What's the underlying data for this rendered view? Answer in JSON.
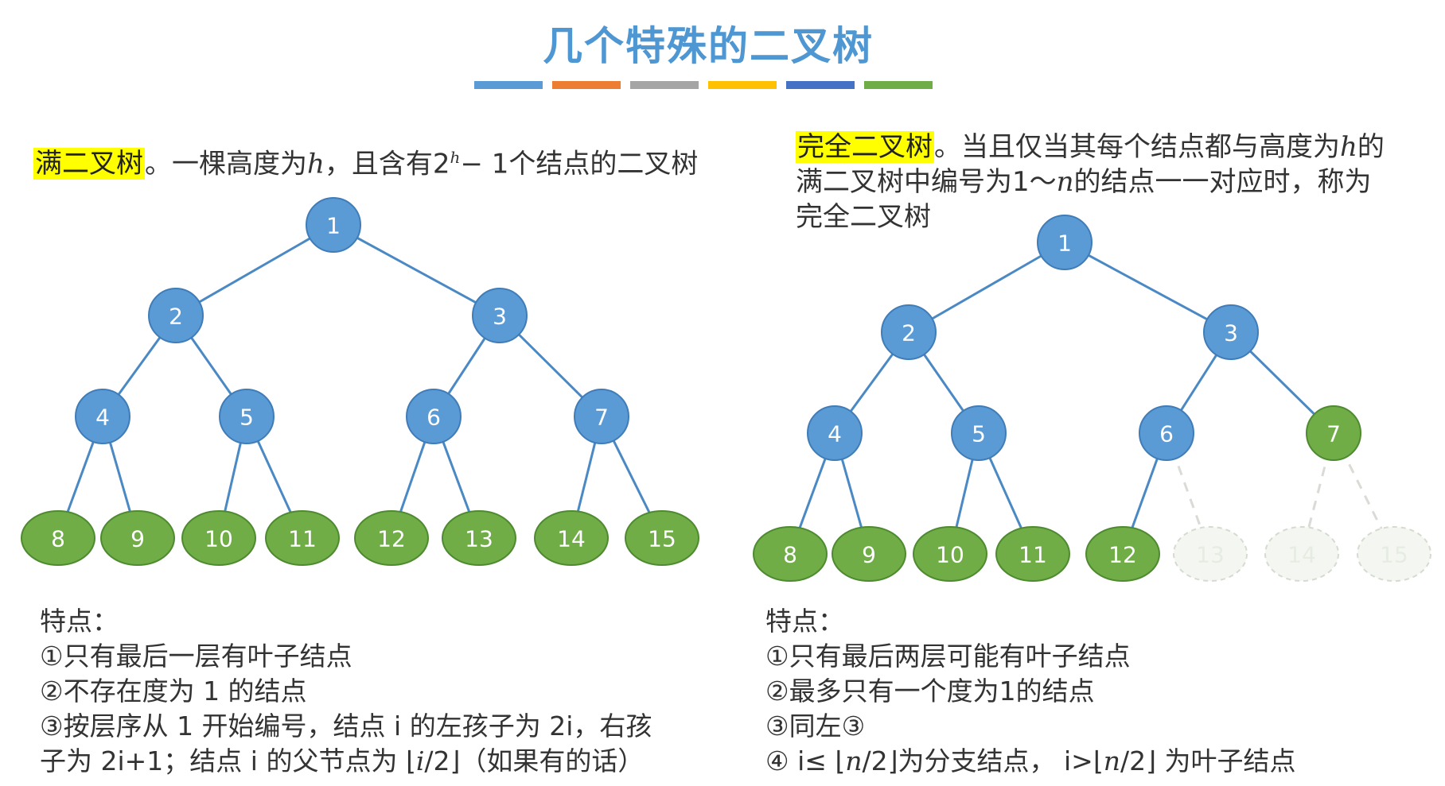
{
  "title": "几个特殊的二叉树",
  "colors": {
    "stripes": [
      "#5b9bd5",
      "#ed7d31",
      "#a5a5a5",
      "#ffc000",
      "#4472c4",
      "#70ad47"
    ],
    "blue_node": "#5b9bd5",
    "green_node": "#70ad47",
    "ghost_node": "#f4f7f1",
    "highlight": "#ffff00",
    "title": "#4f97d2"
  },
  "full_tree": {
    "term": "满二叉树",
    "def_pre": "。一棵高度为",
    "h": "h",
    "def_mid": "，且含有2",
    "exp": "h",
    "def_post": "− 1个结点的二叉树",
    "nodes": [
      "1",
      "2",
      "3",
      "4",
      "5",
      "6",
      "7",
      "8",
      "9",
      "10",
      "11",
      "12",
      "13",
      "14",
      "15"
    ],
    "traits": {
      "heading": "特点：",
      "t1": "①只有最后一层有叶子结点",
      "t2": "②不存在度为 1 的结点",
      "t3a": "③按层序从 1 开始编号，结点 i 的左孩子为 2i，右孩",
      "t3b_pre": "子为 2i+1；结点 i 的父节点为 ⌊",
      "t3b_var": "i",
      "t3b_post": "/2⌋（如果有的话）"
    }
  },
  "complete_tree": {
    "term": "完全二叉树",
    "def_pre": "。当且仅当其每个结点都与高度为",
    "h": "h",
    "def_mid": "的",
    "def_line2_pre": "满二叉树中编号为1～",
    "n": "n",
    "def_line2_post": "的结点一一对应时，称为",
    "def_line3": "完全二叉树",
    "nodes": [
      "1",
      "2",
      "3",
      "4",
      "5",
      "6",
      "7",
      "8",
      "9",
      "10",
      "11",
      "12",
      "13",
      "14",
      "15"
    ],
    "traits": {
      "heading": "特点：",
      "t1": "①只有最后两层可能有叶子结点",
      "t2": "②最多只有一个度为1的结点",
      "t3": "③同左③",
      "t4_pre": "④ i≤ ⌊",
      "t4_var1": "n",
      "t4_mid": "/2⌋为分支结点，  i>⌊",
      "t4_var2": "n",
      "t4_post": "/2⌋ 为叶子结点"
    }
  }
}
